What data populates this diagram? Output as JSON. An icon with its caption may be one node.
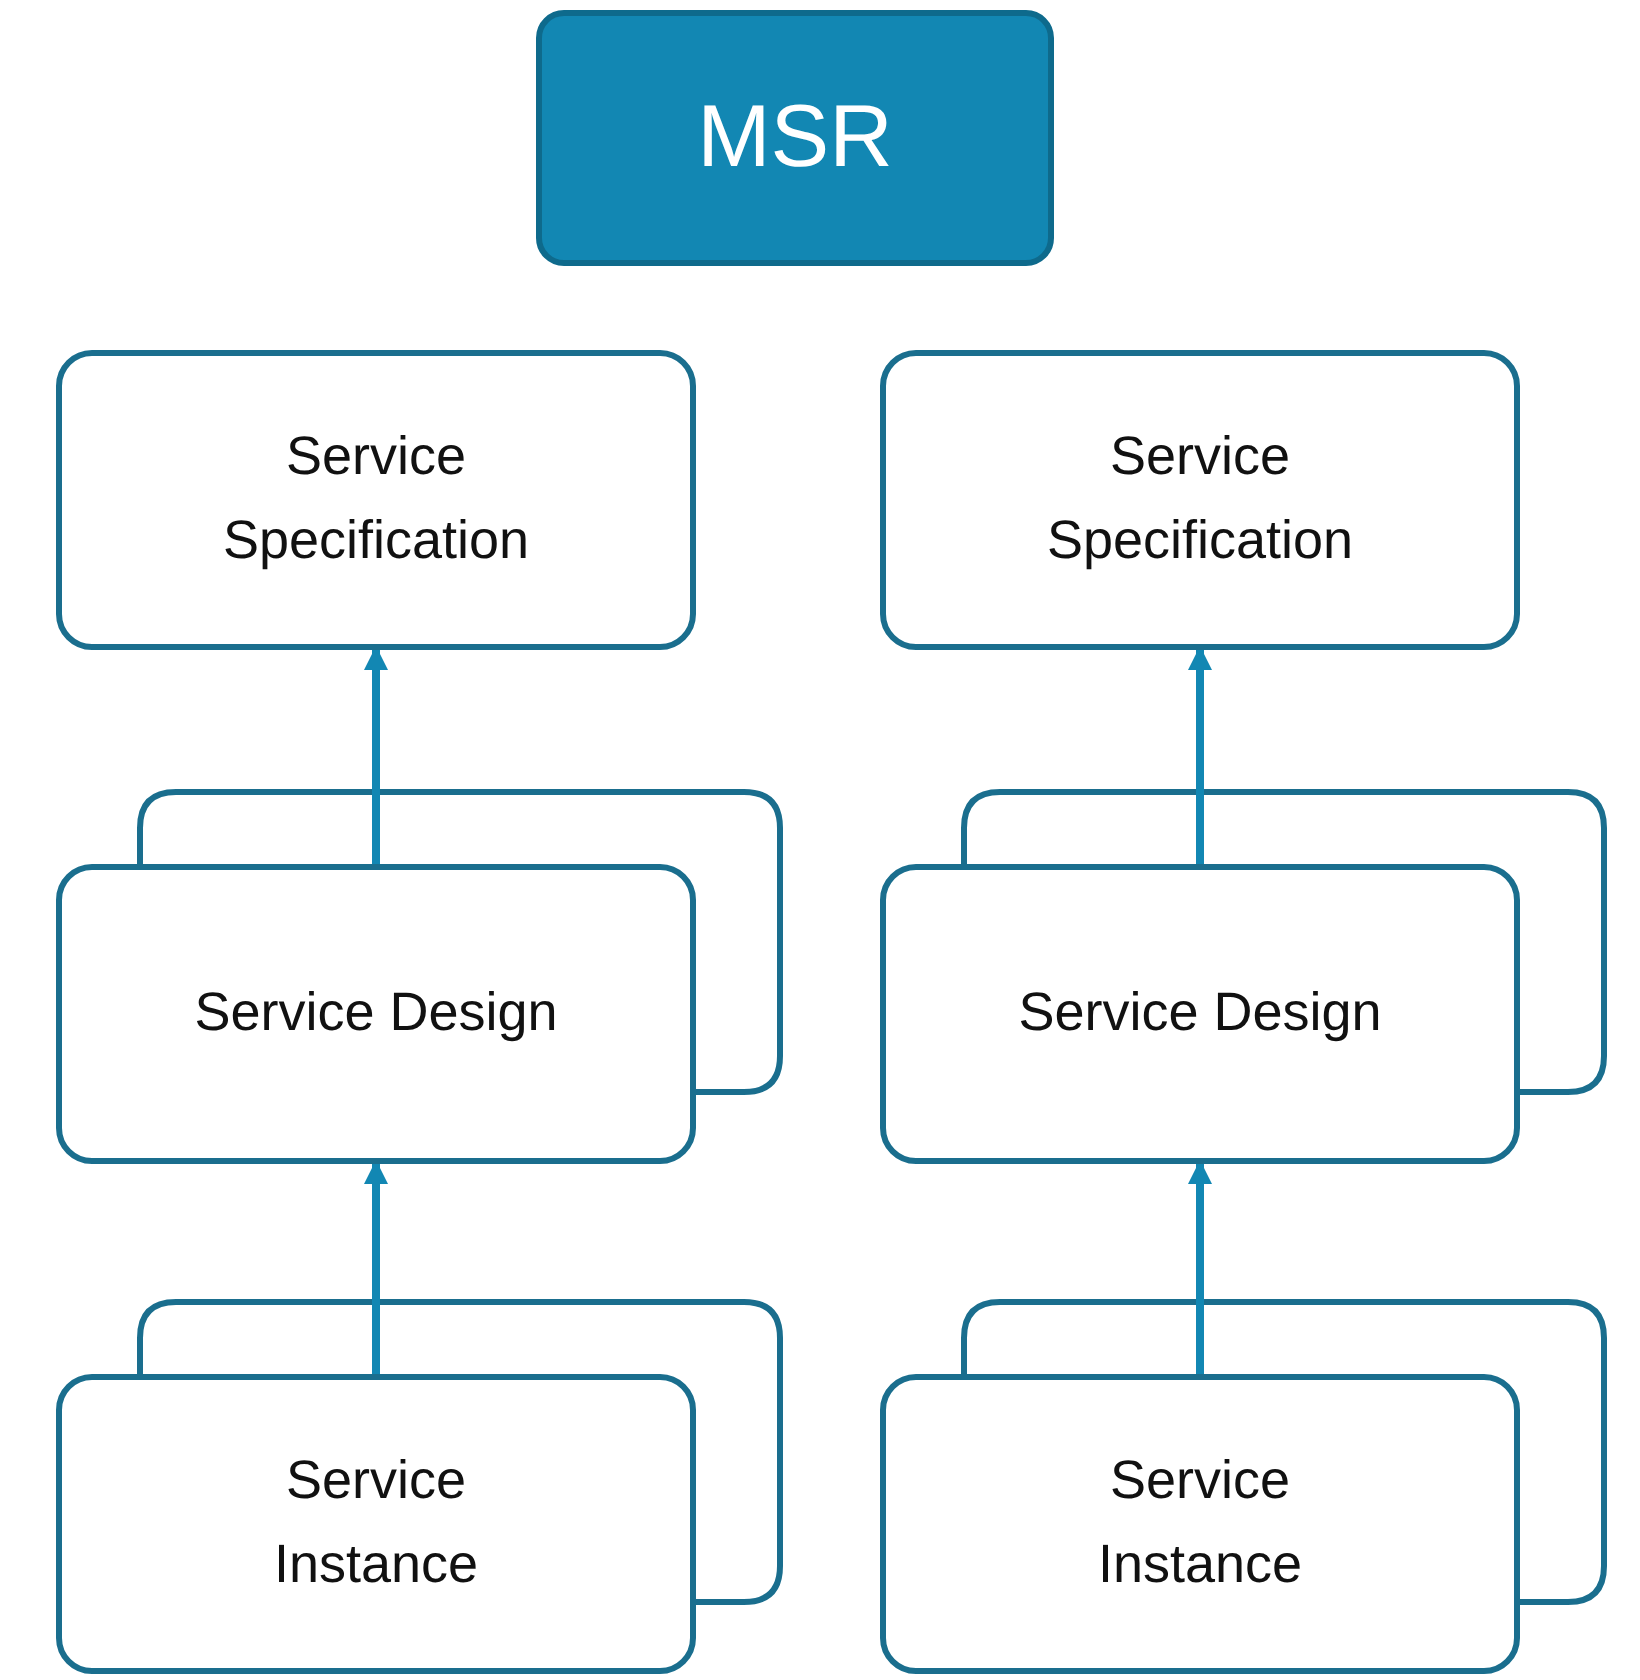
{
  "diagram": {
    "nodes": [
      {
        "text": [
          "MSR"
        ]
      },
      {
        "text": [
          "Service Specification"
        ]
      },
      {
        "text": [
          "Service Specification"
        ]
      },
      {
        "text": [
          "Service Design"
        ]
      },
      {
        "text": [
          "Service Design"
        ]
      },
      {
        "text": [
          "Service Instance"
        ]
      },
      {
        "text": [
          "Service Instance"
        ]
      }
    ],
    "edges": [
      {
        "from": 3,
        "to": 1,
        "arrow": "to"
      },
      {
        "from": 4,
        "to": 2,
        "arrow": "to"
      },
      {
        "from": 5,
        "to": 3,
        "arrow": "to"
      },
      {
        "from": 6,
        "to": 4,
        "arrow": "to"
      }
    ]
  }
}
